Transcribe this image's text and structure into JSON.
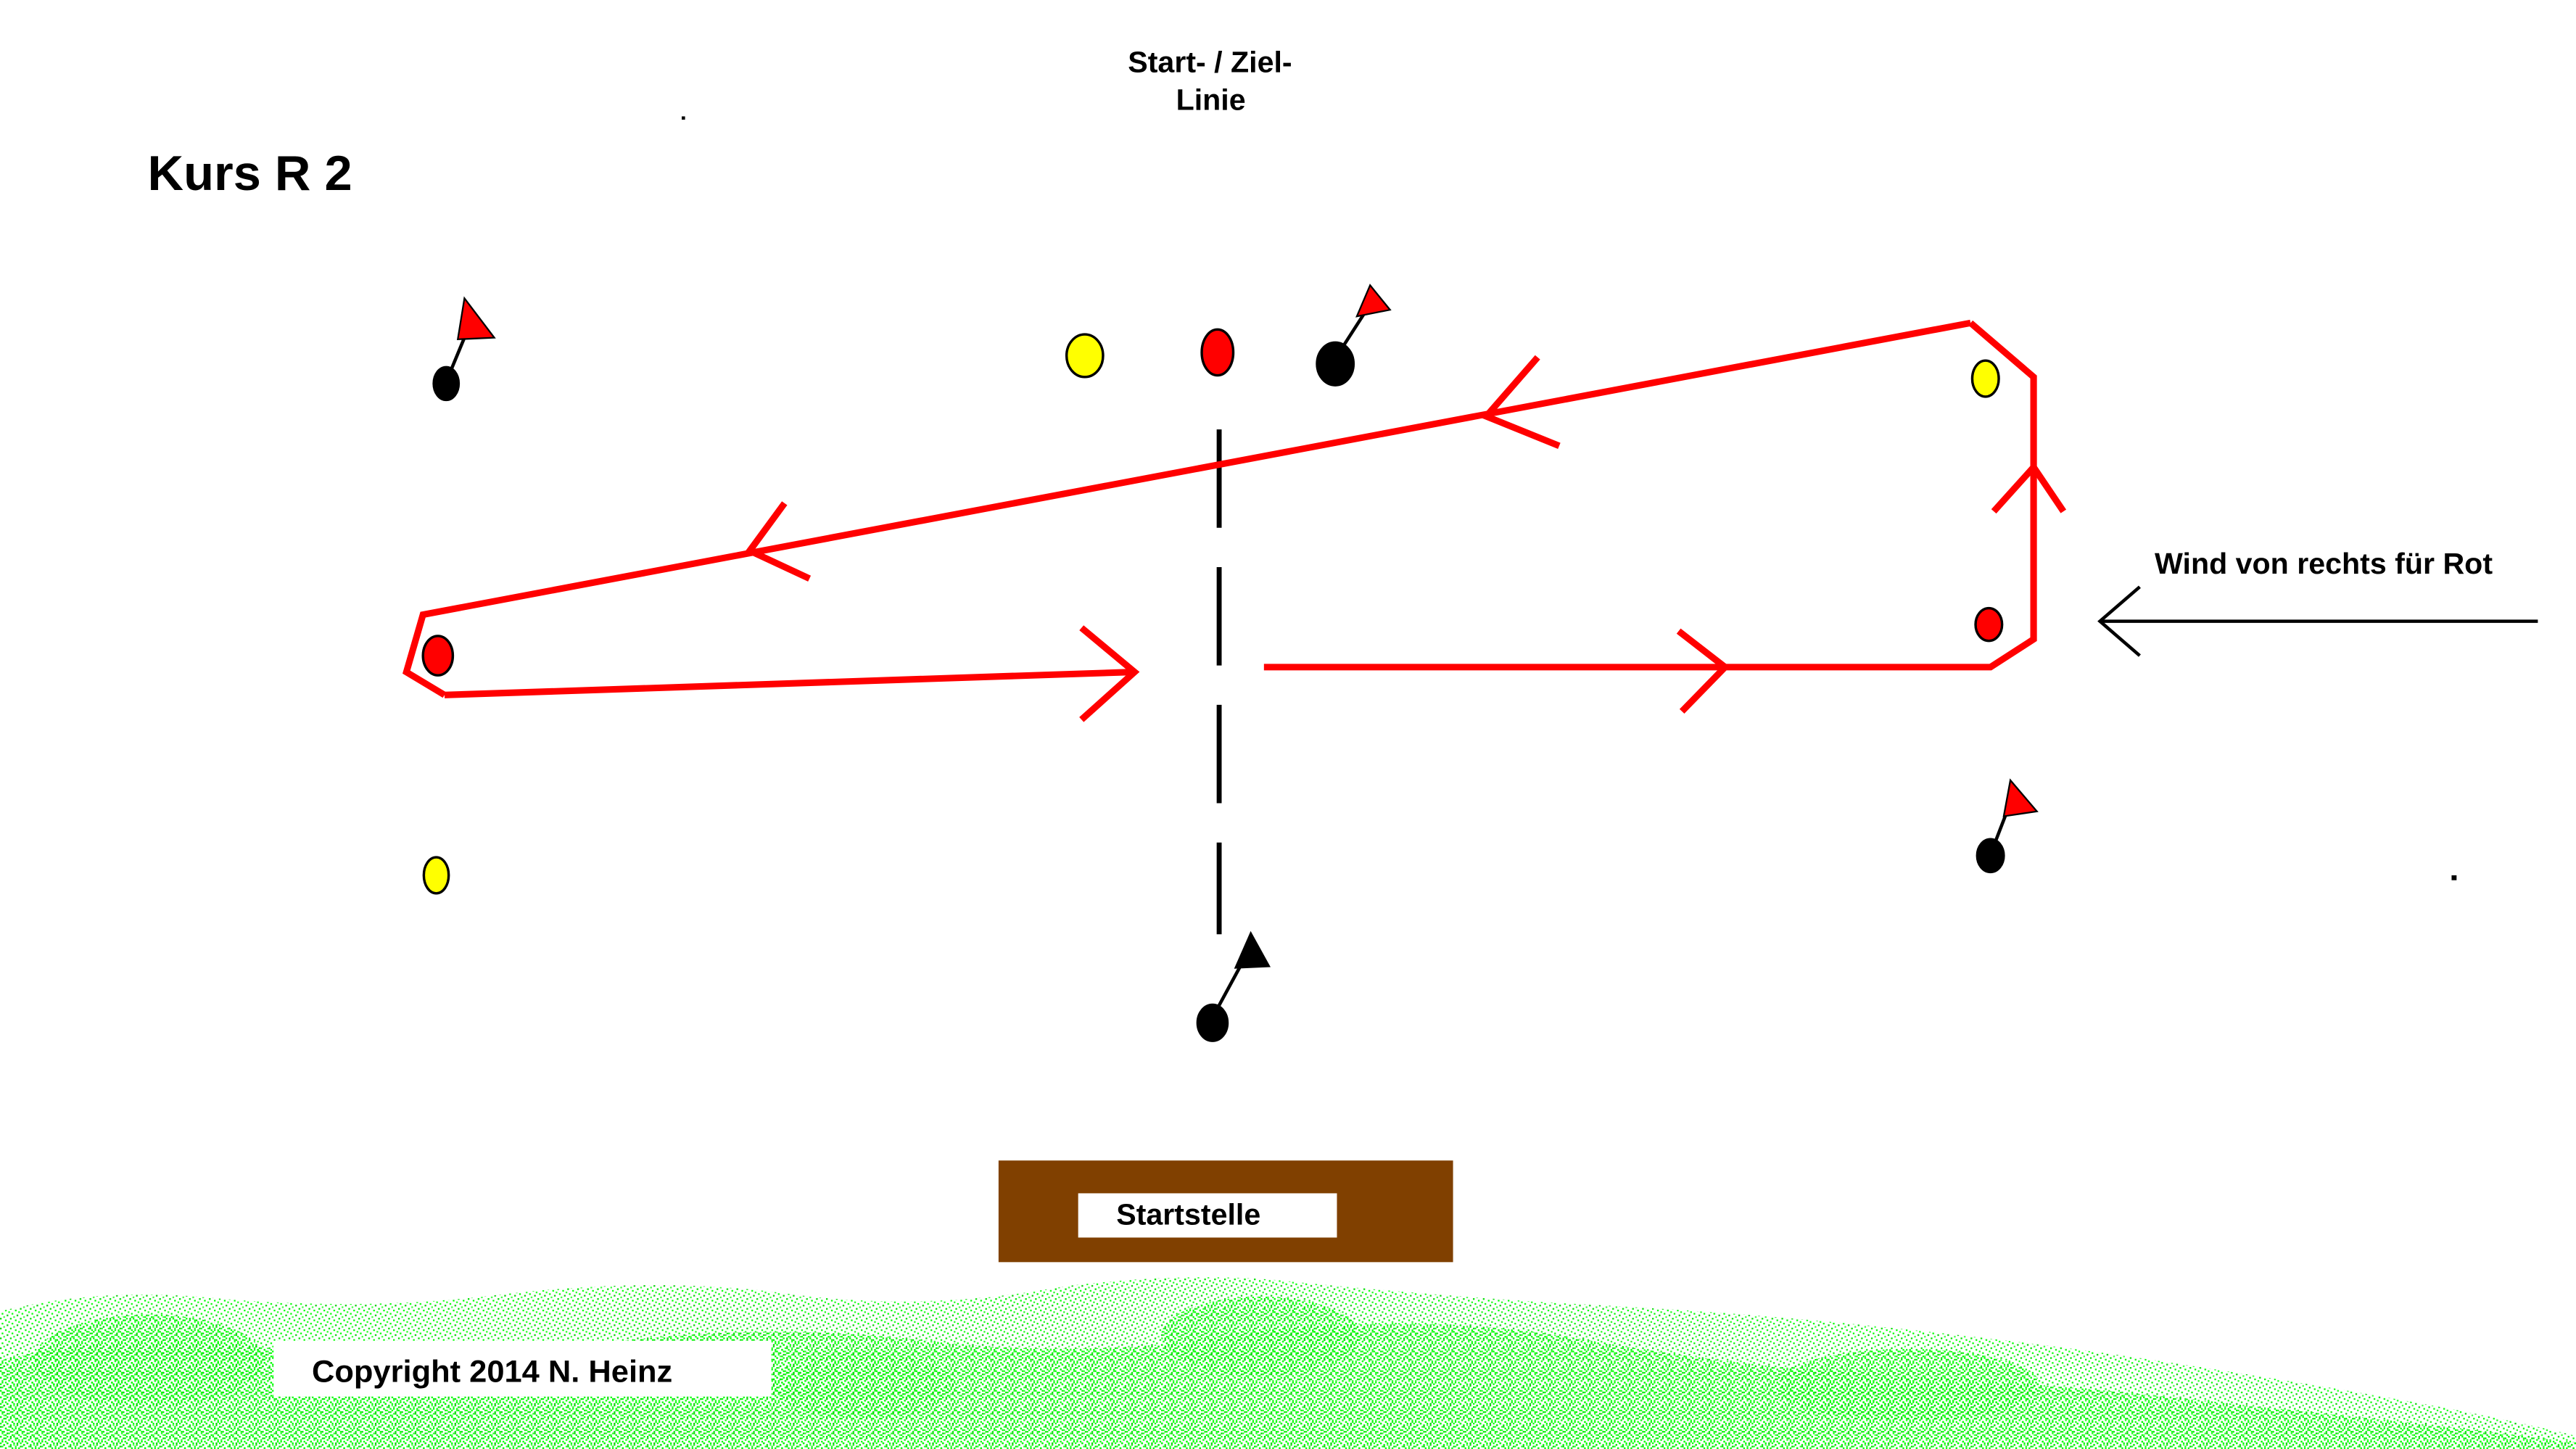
{
  "title": "Kurs R 2",
  "start_finish_line": {
    "line1": "Start-  /  Ziel-",
    "line2": "Linie"
  },
  "wind_label": "Wind von rechts für Rot",
  "launch_area_label": "Startstelle",
  "copyright": "Copyright 2014   N.  Heinz",
  "colors": {
    "course": "#ff0000",
    "buoy_red": "#ff0000",
    "buoy_yellow": "#ffff00",
    "buoy_black": "#000000",
    "flag_red": "#ff0000",
    "flag_black": "#000000",
    "launch_area": "#804000",
    "grass": "#00ff00",
    "background": "#ffffff"
  },
  "icons": {
    "buoy": "ellipse-buoy",
    "flag": "triangle-flag",
    "wind": "arrow-left"
  }
}
